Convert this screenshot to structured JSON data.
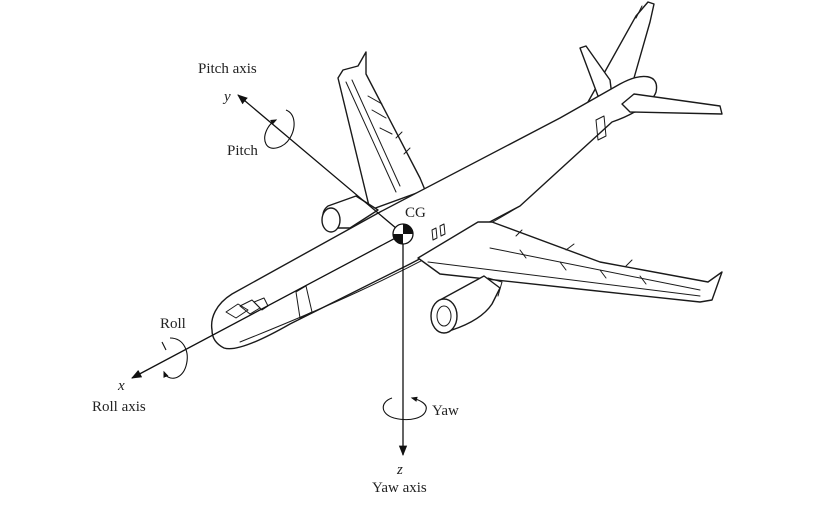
{
  "labels": {
    "pitch_axis": "Pitch axis",
    "y": "y",
    "pitch": "Pitch",
    "cg": "CG",
    "roll": "Roll",
    "x": "x",
    "roll_axis": "Roll axis",
    "yaw": "Yaw",
    "z": "z",
    "yaw_axis": "Yaw axis"
  },
  "colors": {
    "ink": "#1a1a1a",
    "background": "#ffffff"
  }
}
